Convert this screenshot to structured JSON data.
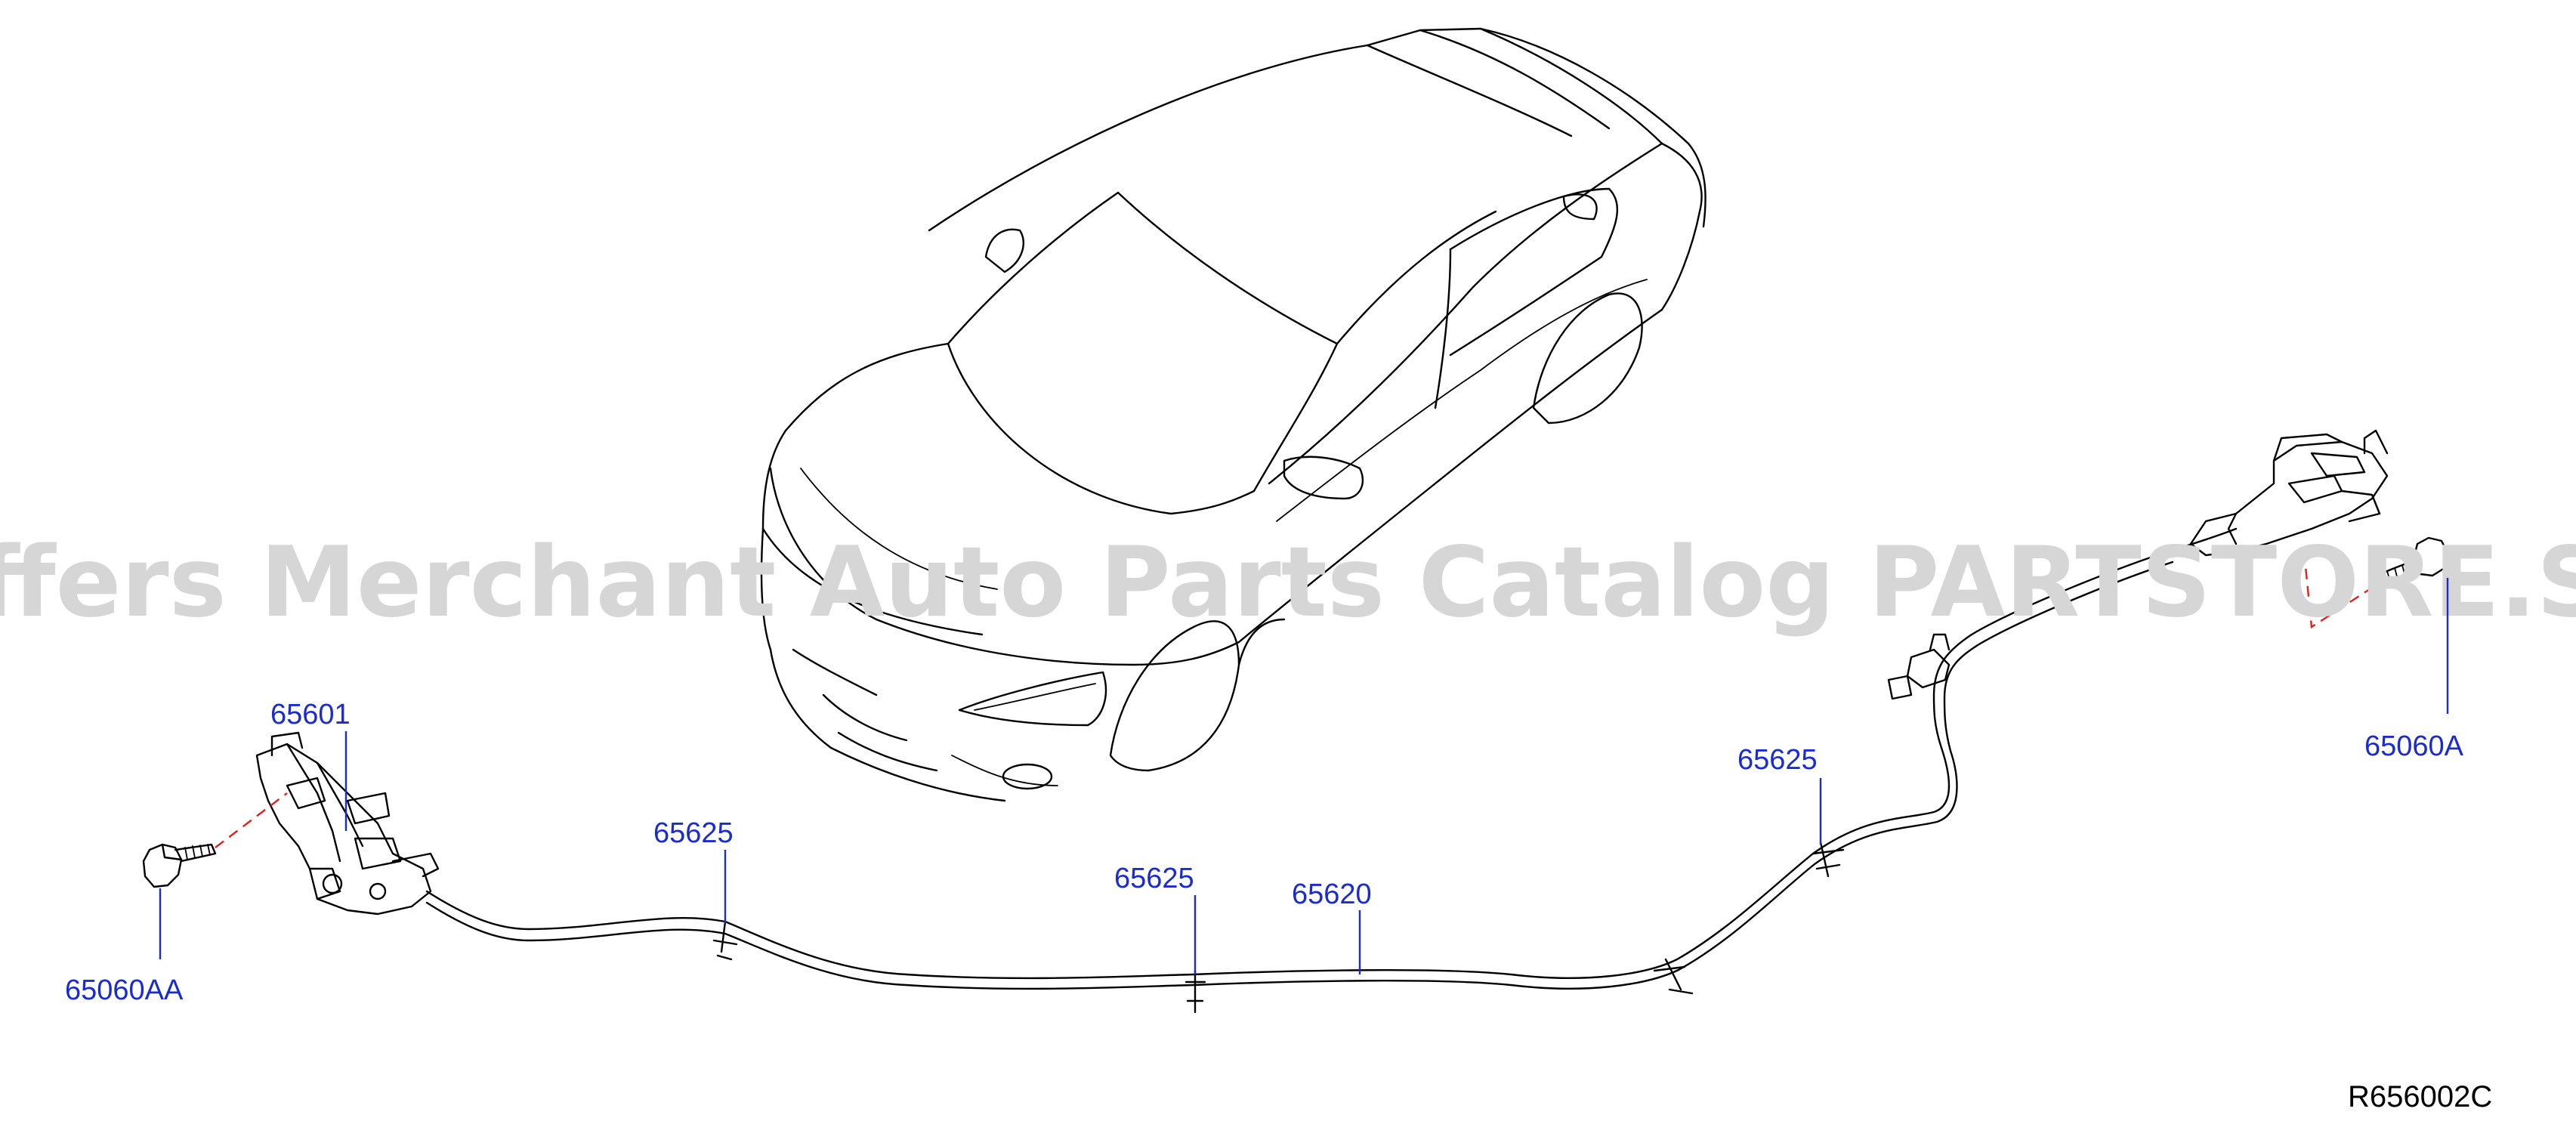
{
  "watermark": "Offers Merchant Auto Parts Catalog PARTSTORE.SA",
  "diagram_ref": "R656002C",
  "colors": {
    "label": "#1a2ccf",
    "leader": "#1a2ccf",
    "dash": "#e02020",
    "watermark": "#d6d6d6"
  },
  "parts": [
    {
      "id": "65601",
      "text": "65601"
    },
    {
      "id": "65060AA",
      "text": "65060AA"
    },
    {
      "id": "65625-a",
      "text": "65625"
    },
    {
      "id": "65625-b",
      "text": "65625"
    },
    {
      "id": "65625-c",
      "text": "65625"
    },
    {
      "id": "65620",
      "text": "65620"
    },
    {
      "id": "65060A",
      "text": "65060A"
    }
  ]
}
